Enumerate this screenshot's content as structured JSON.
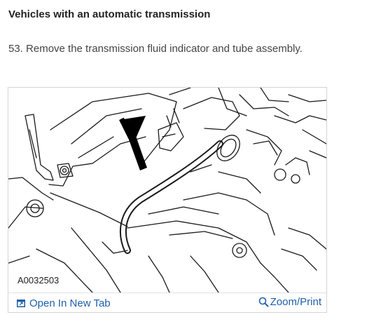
{
  "section": {
    "heading": "Vehicles with an automatic transmission",
    "step_text": "53. Remove the transmission fluid indicator and tube assembly."
  },
  "figure": {
    "id": "A0032503",
    "open_tab_label": "Open In New Tab",
    "zoom_label": "Zoom/Print",
    "link_color": "#1f5fa8",
    "open_tab_icon": "open-in-new-tab-icon",
    "zoom_icon": "magnifier-icon"
  }
}
